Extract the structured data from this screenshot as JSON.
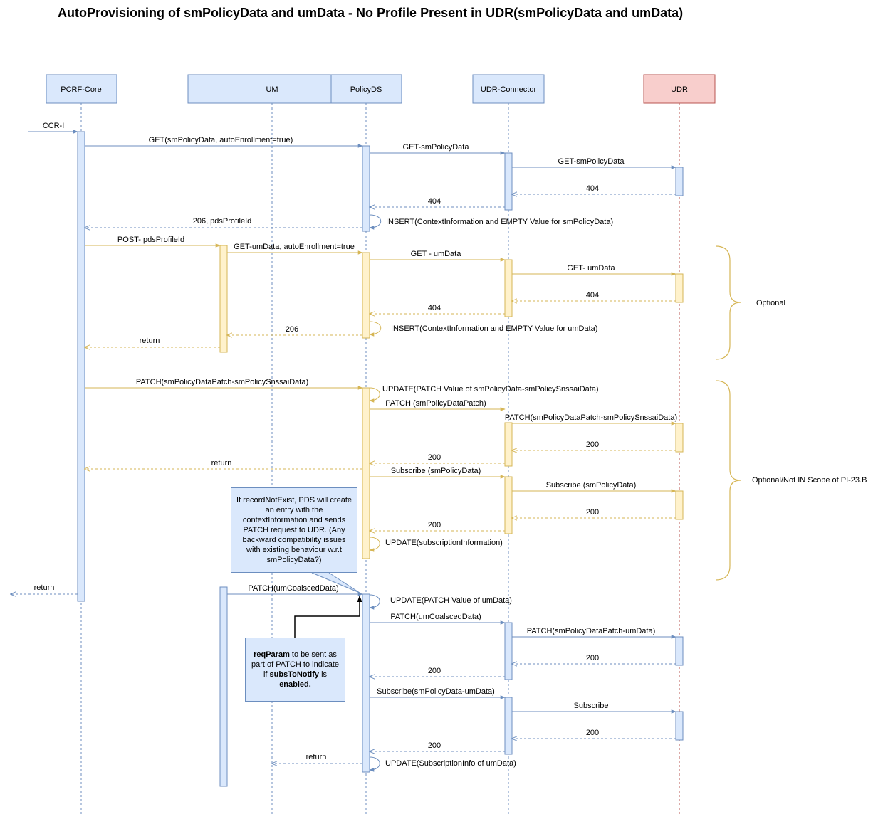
{
  "title": "AutoProvisioning of smPolicyData and umData - No Profile Present in UDR(smPolicyData and umData)",
  "colors": {
    "box_fill": "#dae8fc",
    "box_stroke": "#6c8ebf",
    "udr_fill": "#f8cecc",
    "udr_stroke": "#b85450",
    "yellow_fill": "#fff2cc",
    "yellow_stroke": "#d6b656",
    "blue_line": "#6c8ebf",
    "yellow_line": "#d6b656"
  },
  "participants": {
    "pcrf_core": "PCRF-Core",
    "um": "UM",
    "policy_ds": "PolicyDS",
    "udr_connector": "UDR-Connector",
    "udr": "UDR"
  },
  "messages": {
    "ccr_i": "CCR-I",
    "get_sm_autoenroll": "GET(smPolicyData, autoEnrollment=true)",
    "get_sm_pds_conn": "GET-smPolicyData",
    "get_sm_conn_udr": "GET-smPolicyData",
    "ret_404_udr_1": "404",
    "ret_404_conn_1": "404",
    "ret_206_pds": "206, pdsProfileId",
    "insert_sm": "INSERT(ContextInformation and EMPTY Value for smPolicyData)",
    "post_pds_profile": "POST- pdsProfileId",
    "get_um_autoenroll": "GET-umData, autoEnrollment=true",
    "get_um_pds_conn": "GET - umData",
    "get_um_conn_udr": "GET- umData",
    "ret_404_udr_2": "404",
    "ret_404_conn_2": "404",
    "insert_um": "INSERT(ContextInformation and EMPTY Value for umData)",
    "ret_206_um": "206",
    "return_um_pcrf": "return",
    "patch_sm_snssai": "PATCH(smPolicyDataPatch-smPolicySnssaiData)",
    "update_patch_sm": "UPDATE(PATCH Value of smPolicyData-smPolicySnssaiData)",
    "patch_sm_pds_conn": "PATCH (smPolicyDataPatch)",
    "patch_sm_conn_udr": "PATCH(smPolicyDataPatch-smPolicySnssaiData)",
    "ret_200_udr_1": "200",
    "ret_200_conn_1": "200",
    "return_pds_pcrf": "return",
    "subscribe_sm_pds_conn": "Subscribe (smPolicyData)",
    "subscribe_sm_conn_udr": "Subscribe (smPolicyData)",
    "ret_200_udr_2": "200",
    "ret_200_conn_2": "200",
    "update_subscription": "UPDATE(subscriptionInformation)",
    "return_pcrf_out": "return",
    "patch_um_coalsced": "PATCH(umCoalscedData)",
    "update_patch_um": "UPDATE(PATCH Value of umData)",
    "patch_um_pds_conn": "PATCH(umCoalscedData)",
    "patch_sm_um_conn_udr": "PATCH(smPolicyDataPatch-umData)",
    "ret_200_udr_3": "200",
    "ret_200_conn_3": "200",
    "subscribe_um_pds_conn": "Subscribe(smPolicyData-umData)",
    "subscribe_conn_udr": "Subscribe",
    "ret_200_udr_4": "200",
    "ret_200_conn_4": "200",
    "return_pds_um": "return",
    "update_subscription_um": "UPDATE(SubscriptionInfo of umData)"
  },
  "braces": {
    "optional": "Optional",
    "optional_not_in_scope": "Optional/Not IN Scope of PI-23.B"
  },
  "notes": {
    "record_not_exist": "If recordNotExist, PDS will create an entry with the contextInformation and sends PATCH request to UDR. (Any backward compatibility issues with existing behaviour w.r.t smPolicyData?)",
    "req_param": {
      "bold1": "reqParam",
      "text1": " to be sent as part of PATCH to indicate if ",
      "bold2": "subsToNotify",
      "text2": " is ",
      "bold3": "enabled."
    }
  }
}
